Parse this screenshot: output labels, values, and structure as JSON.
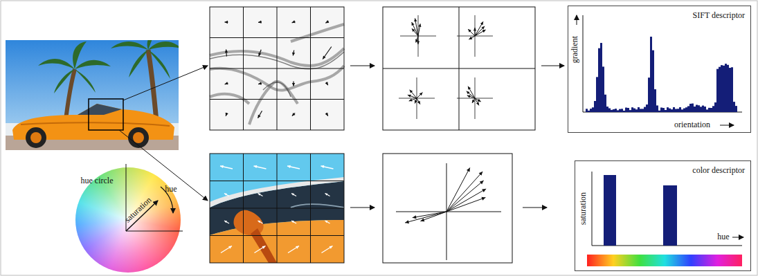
{
  "diagram": {
    "nodes": [
      {
        "text": [
          "SIFT descriptor"
        ]
      },
      {
        "text": [
          "color descriptor"
        ]
      }
    ],
    "labels": [
      "hue circle",
      "saturation",
      "hue",
      "gradient",
      "orientation",
      "saturation",
      "hue"
    ]
  }
}
